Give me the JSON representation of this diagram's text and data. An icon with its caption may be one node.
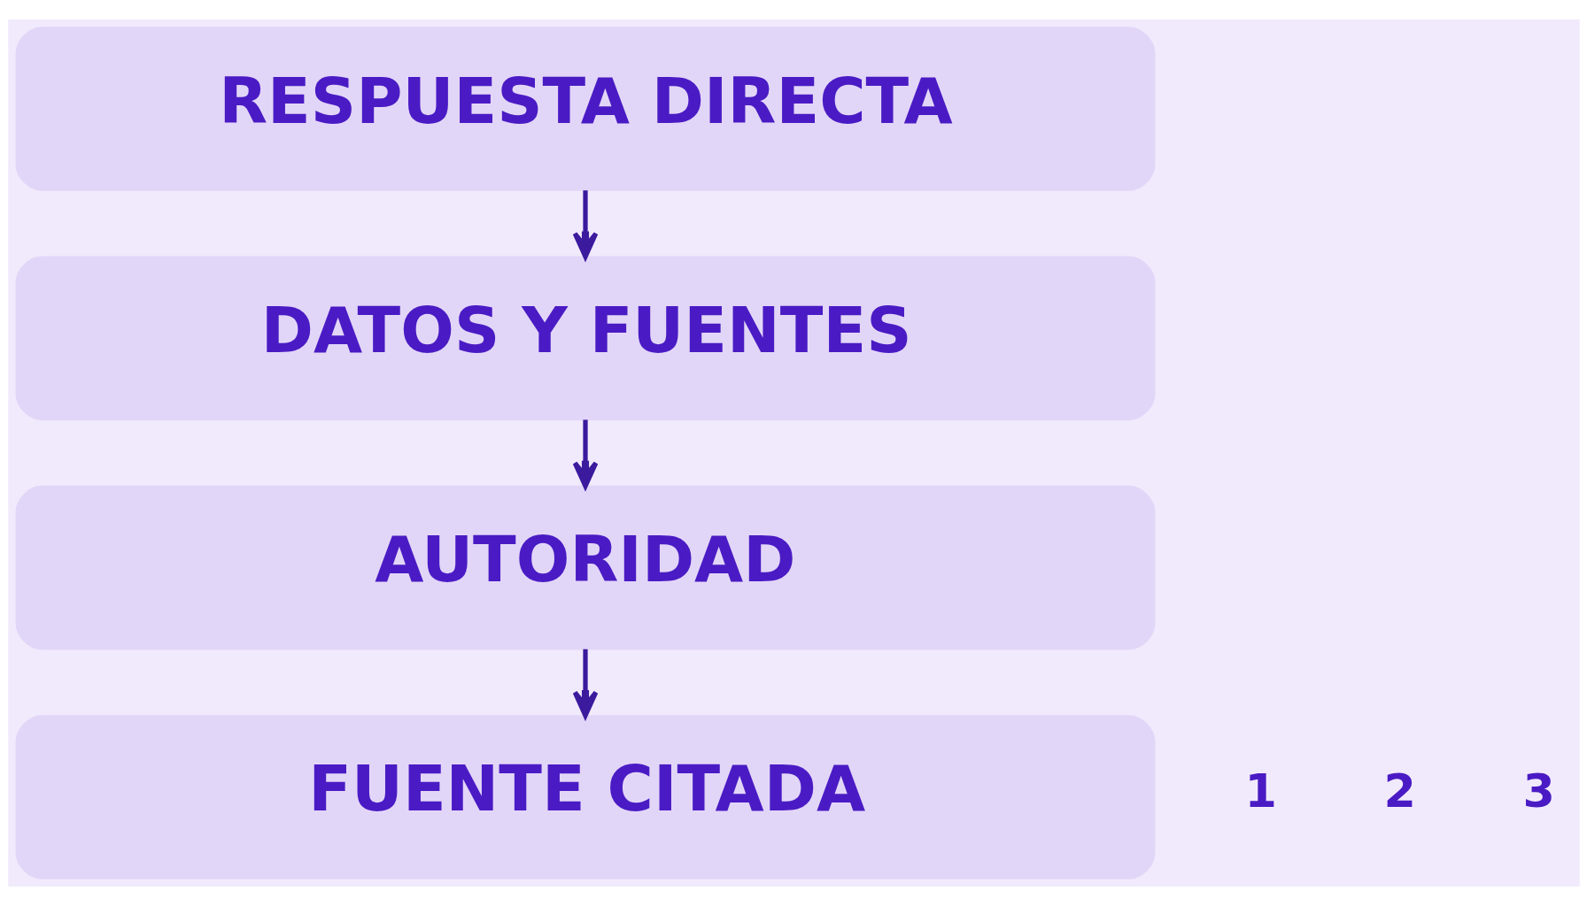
{
  "diagram": {
    "nodes": [
      {
        "text": [
          "RESPUESTA DIRECTA"
        ]
      },
      {
        "text": [
          "DATOS Y FUENTES"
        ]
      },
      {
        "text": [
          "AUTORIDAD"
        ]
      },
      {
        "text": [
          "FUENTE CITADA"
        ]
      }
    ],
    "edges": [
      {
        "from": 0,
        "to": 1,
        "arrow": "to"
      },
      {
        "from": 1,
        "to": 2,
        "arrow": "to"
      },
      {
        "from": 2,
        "to": 3,
        "arrow": "to"
      }
    ],
    "labels": [
      "1",
      "2",
      "3"
    ]
  }
}
